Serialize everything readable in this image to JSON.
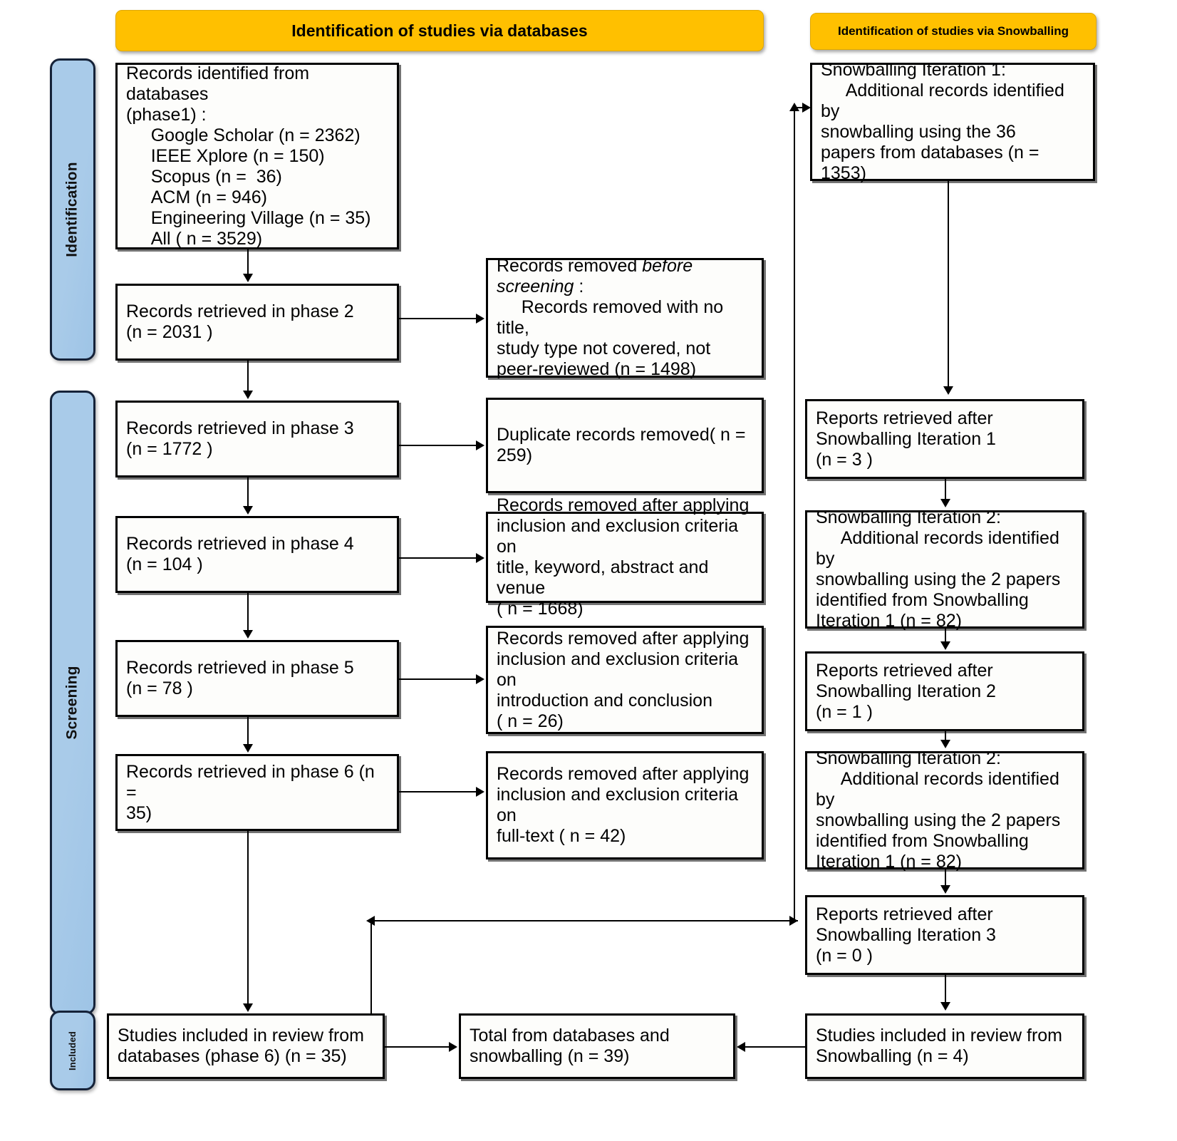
{
  "diagram": {
    "title": "PRISMA flow diagram",
    "colors": {
      "banner": "#FFC000",
      "rail": "#A9CBE9",
      "box_border": "#000000",
      "page_bg": "#FFFFFF"
    }
  },
  "banners": {
    "databases": "Identification of studies via databases",
    "snowballing": "Identification of studies via Snowballing"
  },
  "rails": {
    "identification": "Identification",
    "screening": "Screening",
    "included": "Included"
  },
  "left_column": {
    "identified": "Records identified from databases\n(phase1) :\n     Google Scholar (n = 2362)\n     IEEE Xplore (n = 150)\n     Scopus (n =  36)\n     ACM (n = 946)\n     Engineering Village (n = 35)\n     All ( n = 3529)",
    "phase2": "Records retrieved in phase 2\n(n = 2031 )",
    "phase3": "Records retrieved in phase 3\n(n = 1772 )",
    "phase4": "Records retrieved in phase 4\n(n = 104 )",
    "phase5": "Records retrieved in phase 5\n(n = 78 )",
    "phase6": "Records retrieved in phase 6 (n =\n35)",
    "included_databases": "Studies included in review from\ndatabases (phase 6) (n = 35)"
  },
  "excluded_column": {
    "removed_before_screening_pre": "Records removed ",
    "removed_before_screening_italic1": "before",
    "removed_before_screening_italic2": "screening",
    "removed_before_screening_post": " :\n     Records removed with no title,\nstudy type not covered, not\npeer-reviewed (n = 1498)",
    "duplicates": "Duplicate records removed( n =\n259)",
    "criteria_title": "Records removed after applying\ninclusion and exclusion criteria on\ntitle, keyword, abstract and venue\n( n = 1668)",
    "criteria_intro_concl": "Records removed after applying\ninclusion and exclusion criteria on\nintroduction and conclusion\n( n = 26)",
    "criteria_fulltext": "Records removed after applying\ninclusion and exclusion criteria on\nfull-text ( n = 42)"
  },
  "right_column": {
    "iteration1": "Snowballing Iteration 1:\n     Additional records identified by\nsnowballing using the 36\npapers from databases (n =\n1353)",
    "reports1": "Reports retrieved after\nSnowballing Iteration 1\n(n = 3 )",
    "iteration2": "Snowballing Iteration 2:\n     Additional records identified by\nsnowballing using the 2 papers\nidentified from Snowballing\nIteration 1 (n = 82)",
    "reports2": "Reports retrieved after\nSnowballing Iteration 2\n(n = 1 )",
    "iteration3": "Snowballing Iteration 2:\n     Additional records identified by\nsnowballing using the 2 papers\nidentified from Snowballing\nIteration 1 (n = 82)",
    "reports3": "Reports retrieved after\nSnowballing Iteration 3\n(n = 0 )",
    "included_snowballing": "Studies included in review from\nSnowballing (n = 4)"
  },
  "total": {
    "label": "Total from databases and\nsnowballing (n = 39)"
  },
  "chart_data": {
    "type": "table",
    "title": "PRISMA study selection counts",
    "categories": [
      "Google Scholar",
      "IEEE Xplore",
      "Scopus",
      "ACM",
      "Engineering Village",
      "All (phase 1)",
      "Phase 2",
      "Phase 3",
      "Phase 4",
      "Phase 5",
      "Phase 6",
      "Removed before screening",
      "Duplicates removed",
      "Removed title/keyword/abstract/venue",
      "Removed intro/conclusion",
      "Removed full-text",
      "Snowballing It.1 records",
      "Reports after It.1",
      "Snowballing It.2 records",
      "Reports after It.2",
      "Snowballing It.3 records",
      "Reports after It.3",
      "Included from databases",
      "Included from snowballing",
      "Total included"
    ],
    "values": [
      2362,
      150,
      36,
      946,
      35,
      3529,
      2031,
      1772,
      104,
      78,
      35,
      1498,
      259,
      1668,
      26,
      42,
      1353,
      3,
      82,
      1,
      82,
      0,
      35,
      4,
      39
    ]
  }
}
